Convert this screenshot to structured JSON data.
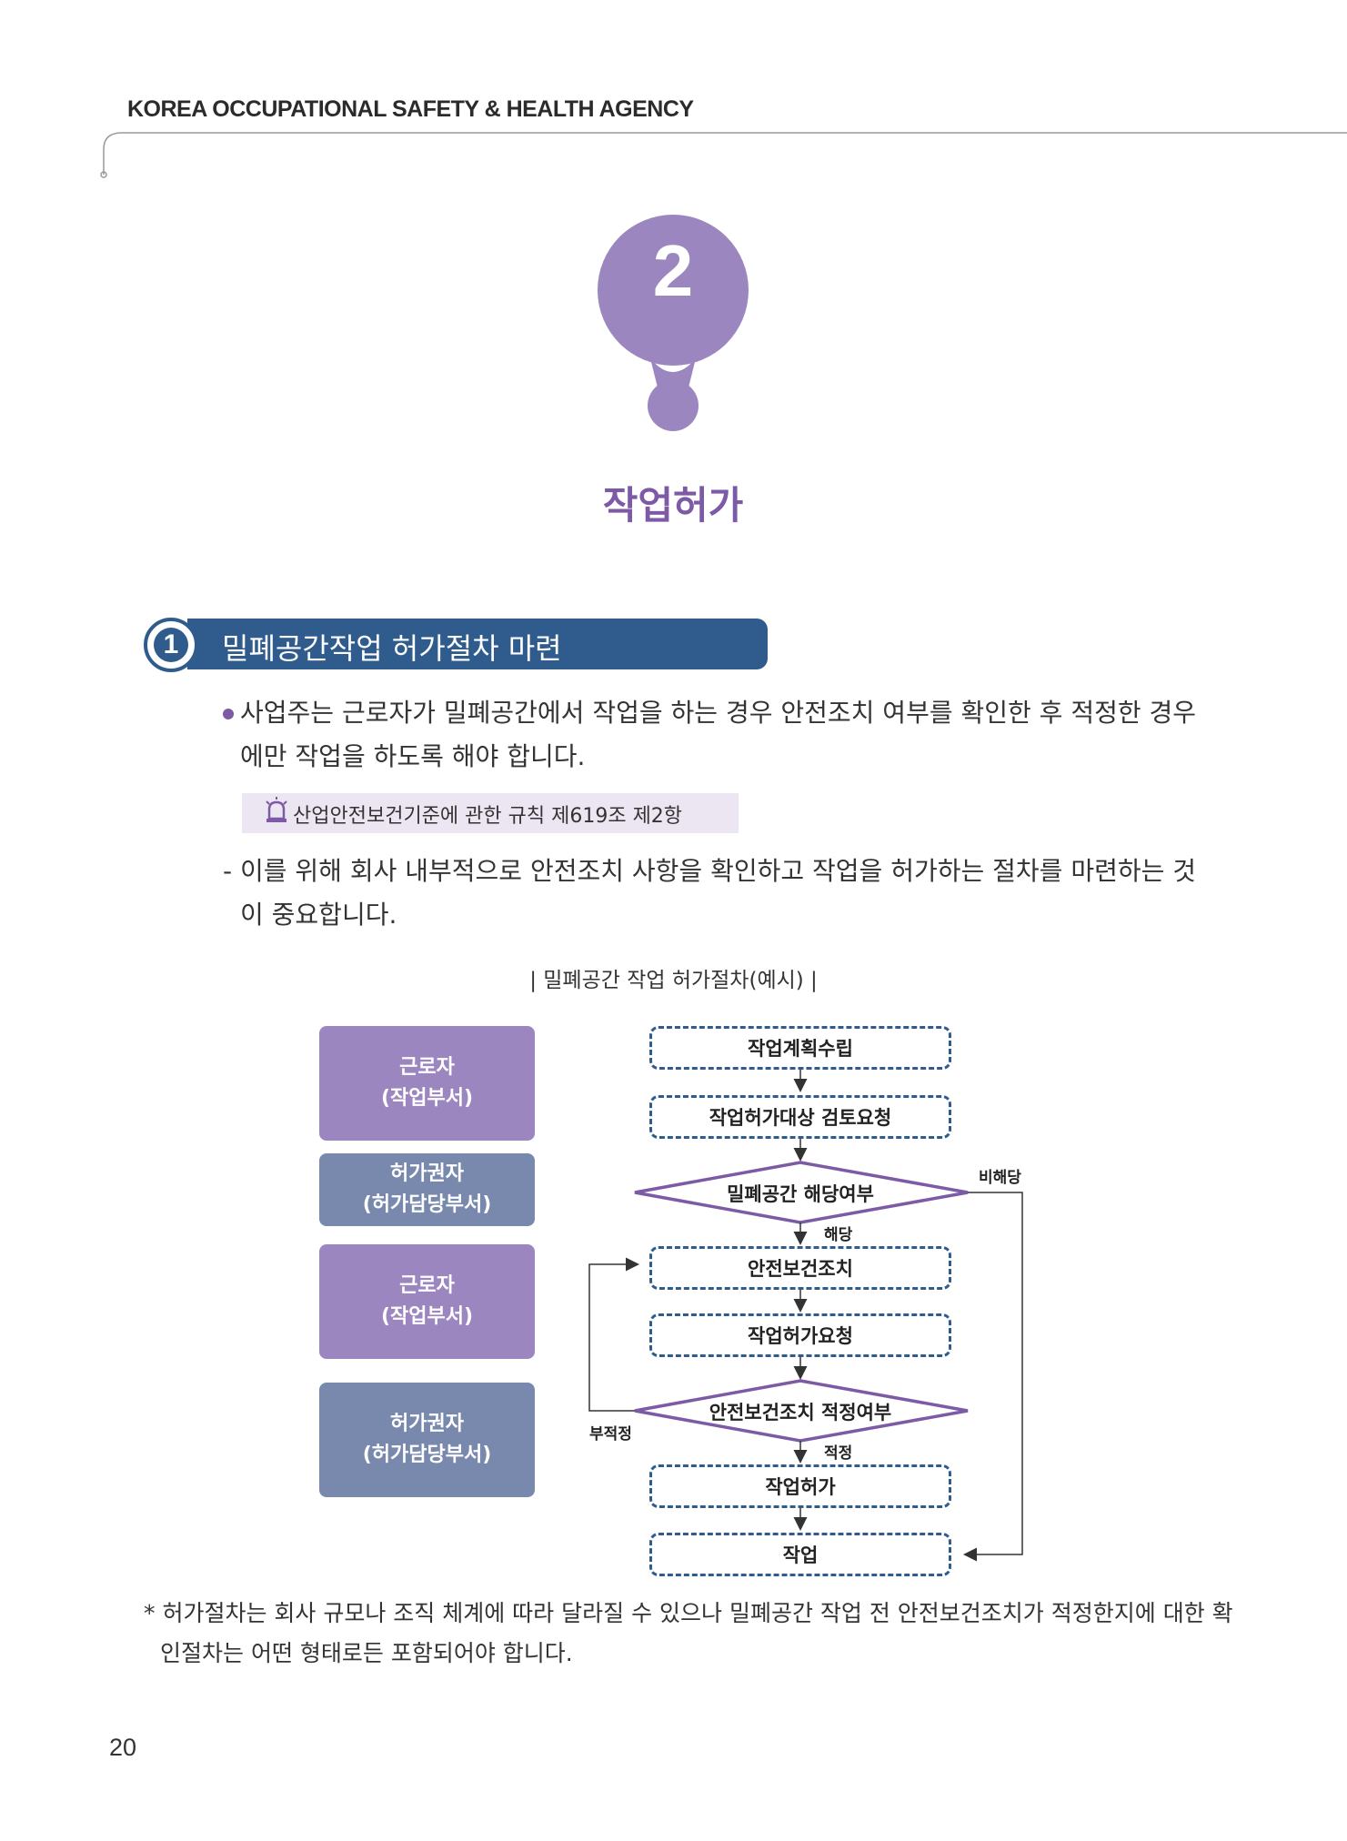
{
  "header": {
    "agency": "KOREA OCCUPATIONAL SAFETY & HEALTH AGENCY"
  },
  "chapter": {
    "number": "2",
    "title": "작업허가"
  },
  "section": {
    "number": "1",
    "title": "밀폐공간작업 허가절차 마련"
  },
  "body": {
    "bullet_line1": "사업주는 근로자가 밀폐공간에서 작업을 하는 경우 안전조치 여부를 확인한 후 적정한 경우",
    "bullet_line2": "에만 작업을 하도록 해야 합니다.",
    "law_reference": "산업안전보건기준에 관한 규칙 제619조 제2항",
    "dash_line1": "- 이를 위해 회사 내부적으로 안전조치 사항을 확인하고 작업을 허가하는 절차를 마련하는 것",
    "dash_line2": "이 중요합니다."
  },
  "diagram": {
    "caption": "| 밀폐공간 작업 허가절차(예시) |",
    "roles": [
      {
        "line1": "근로자",
        "line2": "(작업부서)"
      },
      {
        "line1": "허가권자",
        "line2": "(허가담당부서)"
      },
      {
        "line1": "근로자",
        "line2": "(작업부서)"
      },
      {
        "line1": "허가권자",
        "line2": "(허가담당부서)"
      }
    ],
    "steps": {
      "plan": "작업계획수립",
      "review_request": "작업허가대상 검토요청",
      "applicable_check": "밀폐공간 해당여부",
      "safety_measures": "안전보건조치",
      "permit_request": "작업허가요청",
      "adequacy_check": "안전보건조치 적정여부",
      "permit": "작업허가",
      "work": "작업"
    },
    "labels": {
      "not_applicable": "비해당",
      "applicable": "해당",
      "inadequate": "부적정",
      "adequate": "적정"
    }
  },
  "footnote": {
    "line1": "* 허가절차는 회사 규모나 조직 체계에 따라 달라질 수 있으나 밀폐공간 작업 전 안전보건조치가 적정한지에 대한 확",
    "line2": "인절차는 어떤 형태로든 포함되어야 합니다."
  },
  "page": {
    "number": "20"
  },
  "colors": {
    "purple": "#7d5aa6",
    "light_purple": "#9c86bf",
    "navy": "#2f5c8c",
    "slate_blue": "#7889ad"
  }
}
